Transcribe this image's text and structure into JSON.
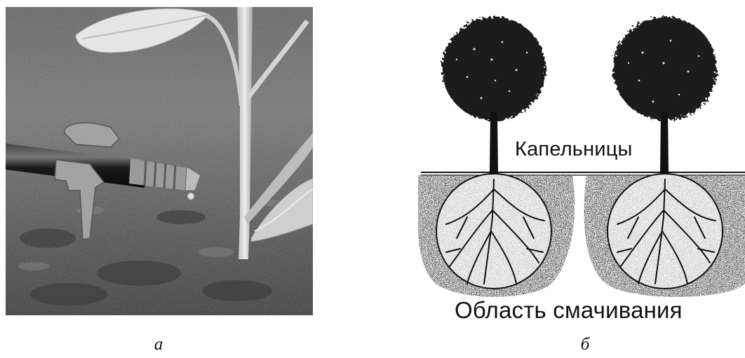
{
  "panel_a": {
    "caption": "а"
  },
  "panel_b": {
    "caption": "б",
    "label_drippers": "Капельницы",
    "label_wetting_area": "Область смачивания"
  },
  "colors": {
    "soil_dark": "#3c3c3c",
    "soil_light": "#6b6b6b",
    "foliage": "#1c1c1c",
    "wet_zone_outer": "#5e5e5e",
    "wet_zone_inner": "#d6d6d6"
  }
}
